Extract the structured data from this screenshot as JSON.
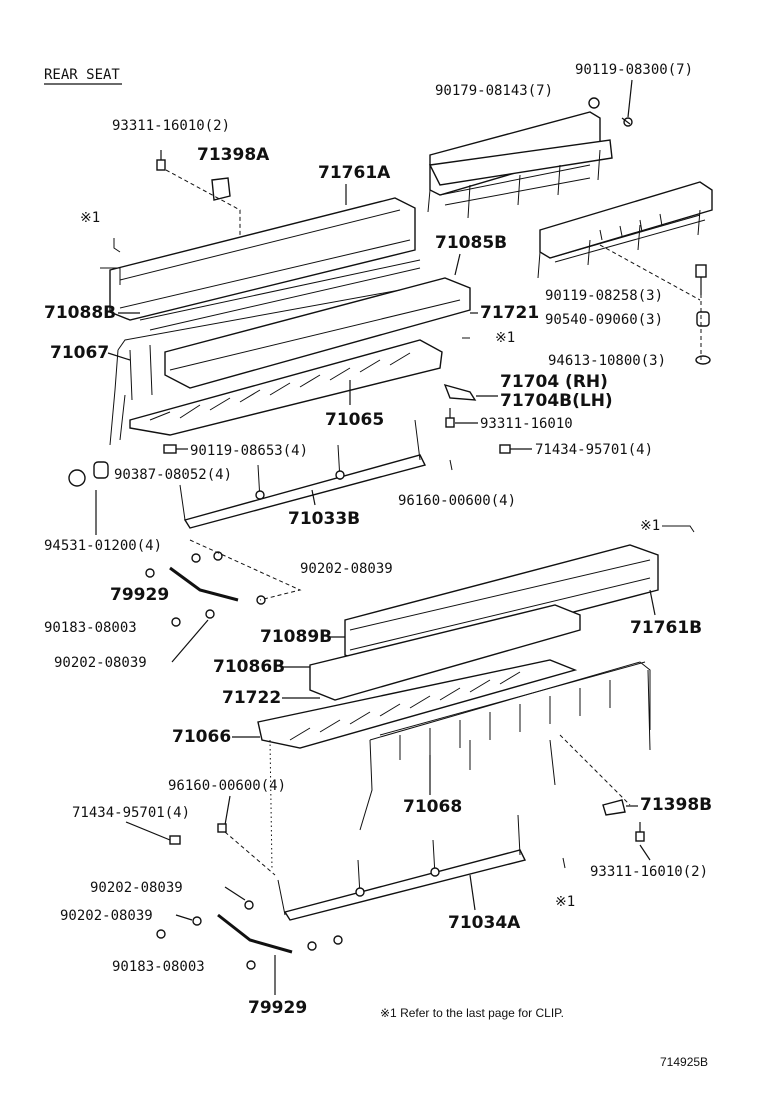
{
  "title": "REAR SEAT",
  "note_symbol": "※1",
  "footnote": "※1  Refer to the last page for CLIP.",
  "diagram_id": "714925B",
  "labels": {
    "p90119_08300": "90119-08300(7)",
    "p90179_08143": "90179-08143(7)",
    "p93311_16010_2a": "93311-16010(2)",
    "p71398A": "71398A",
    "p71761A": "71761A",
    "note_top_left": "※1",
    "p71085B": "71085B",
    "p71088B": "71088B",
    "p71721": "71721",
    "note_mid": "※1",
    "p71067": "71067",
    "p90119_08258": "90119-08258(3)",
    "p90540_09060": "90540-09060(3)",
    "p94613_10800": "94613-10800(3)",
    "p71704_rh": "71704  (RH)",
    "p71704B_lh": "71704B(LH)",
    "p71065": "71065",
    "p93311_16010": "93311-16010",
    "p90119_08653": "90119-08653(4)",
    "p71434_95701_a": "71434-95701(4)",
    "p90387_08052": "90387-08052(4)",
    "p96160_00600_a": "96160-00600(4)",
    "p71033B": "71033B",
    "p94531_01200": "94531-01200(4)",
    "note_right": "※1",
    "p90202_08039_a": "90202-08039",
    "p79929_a": "79929",
    "p90183_08003_a": "90183-08003",
    "p90202_08039_b": "90202-08039",
    "p71761B": "71761B",
    "p71089B": "71089B",
    "p71086B": "71086B",
    "p71722": "71722",
    "p71066": "71066",
    "p96160_00600_b": "96160-00600(4)",
    "p71434_95701_b": "71434-95701(4)",
    "p71068": "71068",
    "p71398B": "71398B",
    "p93311_16010_2b": "93311-16010(2)",
    "p90202_08039_c": "90202-08039",
    "p90202_08039_d": "90202-08039",
    "note_bottom": "※1",
    "p71034A": "71034A",
    "p90183_08003_b": "90183-08003",
    "p79929_b": "79929"
  }
}
